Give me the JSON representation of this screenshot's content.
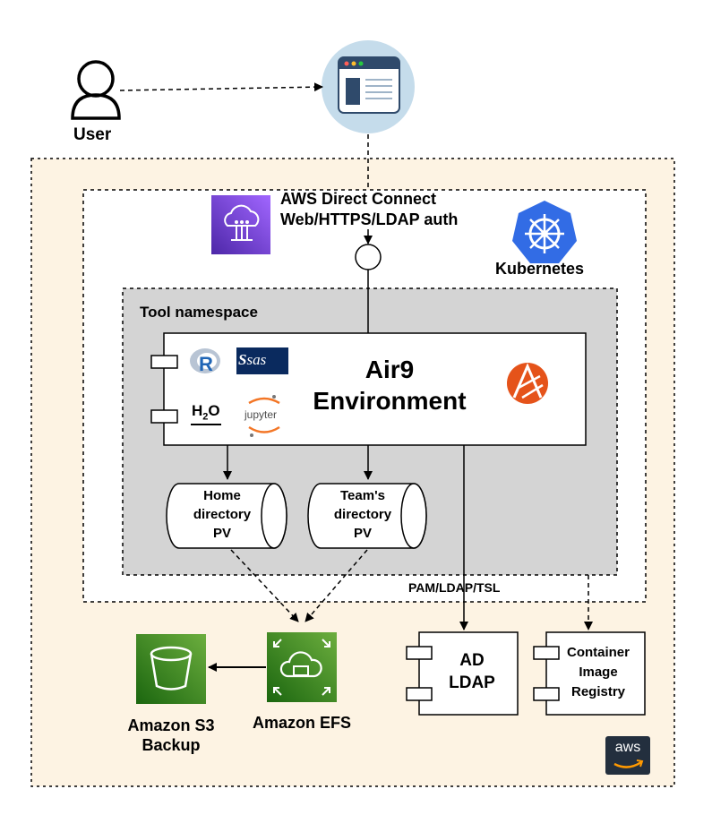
{
  "user": {
    "label": "User",
    "icon": "user-icon"
  },
  "browser": {
    "icon": "browser-window-icon"
  },
  "direct_connect": {
    "line1": "AWS  Direct Connect",
    "line2": "Web/HTTPS/LDAP auth",
    "icon": "direct-connect-icon"
  },
  "kubernetes": {
    "label": "Kubernetes",
    "icon": "kubernetes-helm-icon"
  },
  "namespace": {
    "label": "Tool namespace"
  },
  "environment": {
    "line1": "Air9",
    "line2": "Environment",
    "tools": {
      "r": "R",
      "sas": "sas",
      "h2o": "H",
      "h2o_sub": "2",
      "h2o_end": "O",
      "jupyter": "jupyter"
    }
  },
  "home_pv": {
    "line1": "Home",
    "line2": "directory",
    "line3": "PV"
  },
  "team_pv": {
    "line1": "Team's",
    "line2": "directory",
    "line3": "PV"
  },
  "protocol": {
    "label": "PAM/LDAP/TSL"
  },
  "ad_ldap": {
    "line1": "AD",
    "line2": "LDAP"
  },
  "registry": {
    "line1": "Container",
    "line2": "Image",
    "line3": "Registry"
  },
  "s3": {
    "line1": "Amazon S3",
    "line2": "Backup",
    "icon": "s3-bucket-icon"
  },
  "efs": {
    "label": "Amazon EFS",
    "icon": "efs-icon"
  },
  "aws_badge": {
    "label": "aws"
  },
  "colors": {
    "aws_bg": "#fdf3e3",
    "namespace_bg": "#d4d4d4",
    "green": "#3b8a2a",
    "purple": "#6e46c8",
    "k8s_blue": "#326ce5",
    "browser_circle": "#c5dceb"
  }
}
